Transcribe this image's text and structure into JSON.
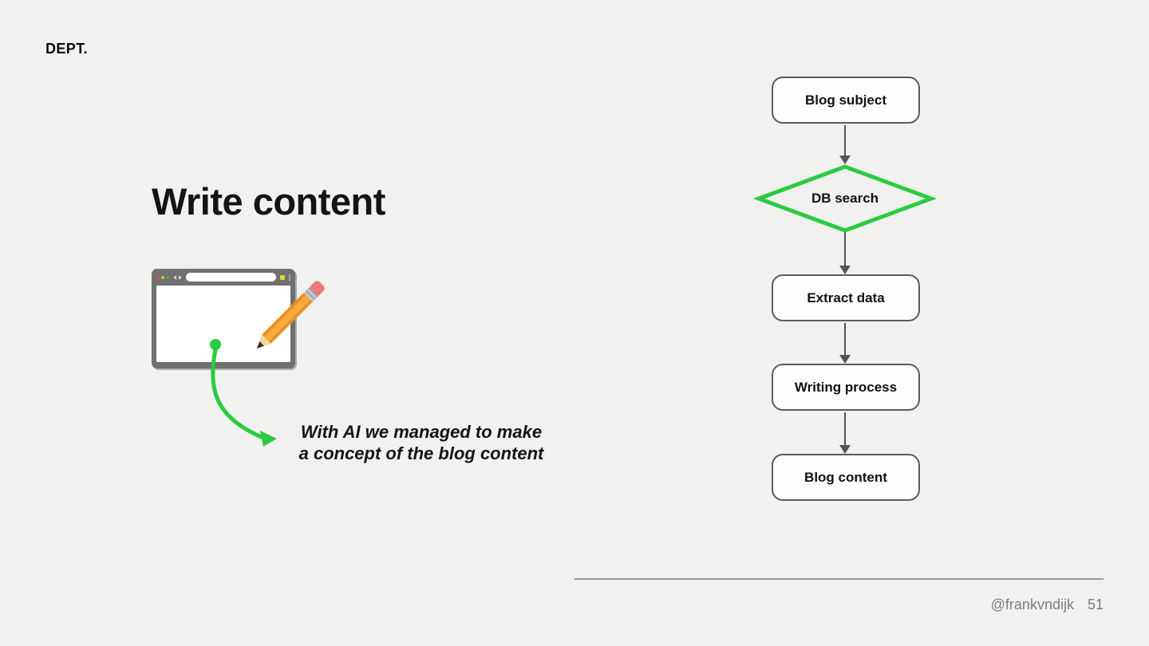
{
  "slide": {
    "logo_text": "DEPT.",
    "title": "Write content",
    "caption": {
      "line1": "With AI we managed to make",
      "line2": "a concept of the blog content"
    },
    "footer": {
      "handle": "@frankvndijk",
      "page_number": "51"
    },
    "colors": {
      "background": "#f1f1f0",
      "accent_green": "#2bcb41",
      "connector_gray": "#555555",
      "node_border": "#5b5b5b",
      "footer_gray": "#7d7d7d"
    }
  },
  "flowchart": {
    "direction": "top-to-bottom",
    "nodes": [
      {
        "id": "blog-subject",
        "label": "Blog subject",
        "shape": "rounded-rect"
      },
      {
        "id": "db-search",
        "label": "DB search",
        "shape": "diamond"
      },
      {
        "id": "extract-data",
        "label": "Extract data",
        "shape": "rounded-rect"
      },
      {
        "id": "writing-process",
        "label": "Writing process",
        "shape": "rounded-rect"
      },
      {
        "id": "blog-content",
        "label": "Blog content",
        "shape": "rounded-rect"
      }
    ],
    "edges": [
      "blog-subject -> db-search",
      "db-search -> extract-data",
      "extract-data -> writing-process",
      "writing-process -> blog-content"
    ]
  },
  "illustration": {
    "type": "browser-window-with-pencil",
    "annotation_arrow_color": "#2bcb41"
  }
}
